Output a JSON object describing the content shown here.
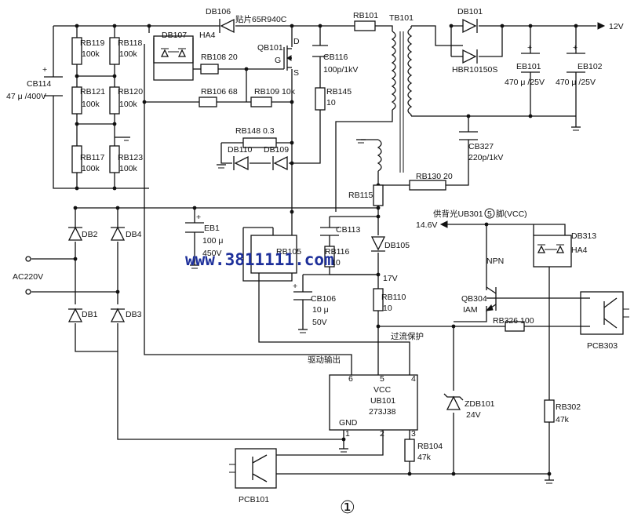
{
  "watermark": "www.3811111.com",
  "figure_number": "①",
  "labels": {
    "db106": "DB106",
    "patch": "贴片65R940C",
    "rb101": "RB101",
    "tb101": "TB101",
    "db101": "DB101",
    "out_12v": "12V",
    "rb119": "RB119",
    "rb119_v": "100k",
    "rb118": "RB118",
    "rb118_v": "100k",
    "db107": "DB107",
    "db107_v": "HA4",
    "qb101": "QB101",
    "pin_d": "D",
    "pin_g": "G",
    "pin_s": "S",
    "rb108": "RB108 20",
    "cb116": "CB116",
    "cb116_v": "100p/1kV",
    "hbr": "HBR10150S",
    "cb114": "CB114",
    "cb114_v": "47 μ /400V",
    "rb121": "RB121",
    "rb121_v": "100k",
    "rb120": "RB120",
    "rb120_v": "100k",
    "rb106": "RB106 68",
    "rb109": "RB109 10k",
    "rb145": "RB145",
    "rb145_v": "10",
    "eb101": "EB101",
    "eb101_v": "470 μ /25V",
    "eb102": "EB102",
    "eb102_v": "470 μ /25V",
    "rb148": "RB148 0.3",
    "cb327": "CB327",
    "cb327_v": "220p/1kV",
    "rb117": "RB117",
    "rb117_v": "100k",
    "rb123": "RB123",
    "rb123_v": "100k",
    "db110": "DB110",
    "db109": "DB109",
    "rb130": "RB130 20",
    "rb115": "RB115",
    "backlight": "供背光UB301",
    "pin5": "5",
    "pin_vcc": "脚(VCC)",
    "v146": "14.6V",
    "db313": "DB313",
    "db313_v": "HA4",
    "db2": "DB2",
    "db4": "DB4",
    "eb1": "EB1",
    "eb1_v1": "100 μ",
    "eb1_v2": "450V",
    "rb105": "RB105",
    "cb113": "CB113",
    "rb116": "RB116",
    "rb116_v": "10",
    "db105": "DB105",
    "npn": "NPN",
    "ac220": "AC220V",
    "v17": "17V",
    "cb106": "CB106",
    "cb106_v1": "10 μ",
    "cb106_v2": "50V",
    "rb110": "RB110",
    "rb110_v": "10",
    "qb304": "QB304",
    "qb304_v": "IAM",
    "rb326": "RB326 100",
    "db1": "DB1",
    "db3": "DB3",
    "overcurrent": "过流保护",
    "pcb303": "PCB303",
    "drive_out": "驱动输出",
    "ic_p6": "6",
    "ic_p5": "5",
    "ic_p4": "4",
    "ic_vcc": "VCC",
    "ic_name": "UB101",
    "ic_part": "273J38",
    "ic_gnd": "GND",
    "ic_p1": "1",
    "ic_p2": "2",
    "ic_p3": "3",
    "zdb101": "ZDB101",
    "zdb101_v": "24V",
    "rb302": "RB302",
    "rb302_v": "47k",
    "rb104": "RB104",
    "rb104_v": "47k",
    "pcb101": "PCB101"
  }
}
